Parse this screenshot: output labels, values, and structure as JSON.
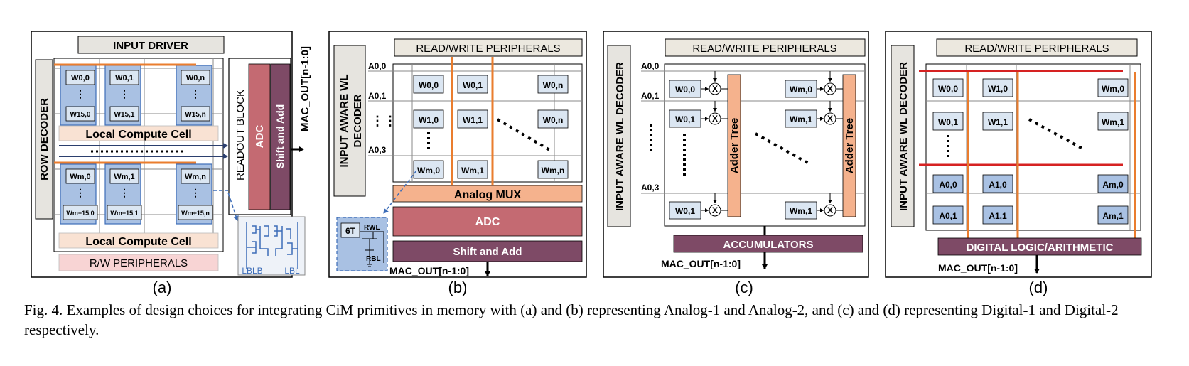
{
  "caption": "Fig. 4.  Examples of design choices for integrating CiM primitives in memory with (a) and (b) representing Analog-1 and Analog-2, and (c) and (d) representing Digital-1 and Digital-2 respectively.",
  "panel_a": {
    "label": "(a)",
    "input_driver": "INPUT DRIVER",
    "row_decoder": "ROW DECODER",
    "local_compute_cell": "Local Compute Cell",
    "rw_peripherals": "R/W PERIPHERALS",
    "readout_block": "READOUT BLOCK",
    "adc": "ADC",
    "shift_add": "Shift and Add",
    "mac_out": "MAC_OUT[n-1:0]",
    "dots": "⋮",
    "top_cells": [
      {
        "top": "W0,0",
        "bottom": "W15,0"
      },
      {
        "top": "W0,1",
        "bottom": "W15,1"
      },
      {
        "top": "W0,n",
        "bottom": "W15,n"
      }
    ],
    "bottom_cells": [
      {
        "top": "Wm,0",
        "bottom": "Wm+15,0"
      },
      {
        "top": "Wm,1",
        "bottom": "Wm+15,1"
      },
      {
        "top": "Wm,n",
        "bottom": "Wm+15,n"
      }
    ],
    "inset": {
      "lblb": "LBLB",
      "lbl": "LBL"
    }
  },
  "panel_b": {
    "label": "(b)",
    "rw_peripherals": "READ/WRITE PERIPHERALS",
    "decoder": [
      "INPUT AWARE WL",
      "DECODER"
    ],
    "rows": [
      "A0,0",
      "A0,1",
      "A0,3"
    ],
    "row_dots": "⋮⋮",
    "cells": [
      [
        "W0,0",
        "W0,1",
        "W0,n"
      ],
      [
        "W1,0",
        "W1,1",
        "W0,n"
      ],
      [
        "Wm,0",
        "Wm,1",
        "Wm,n"
      ]
    ],
    "analog_mux": "Analog MUX",
    "adc": "ADC",
    "shift_add": "Shift and Add",
    "mac_out": "MAC_OUT[n-1:0]",
    "inset": {
      "cell": "6T",
      "rwl": "RWL",
      "rbl": "RBL"
    }
  },
  "panel_c": {
    "label": "(c)",
    "rw_peripherals": "READ/WRITE PERIPHERALS",
    "decoder": "INPUT AWARE WL DECODER",
    "rows": [
      "A0,0",
      "A0,1",
      "A0,3"
    ],
    "left_cells": [
      "W0,0",
      "W0,1",
      "W0,1"
    ],
    "right_cells": [
      "Wm,0",
      "Wm,1",
      "Wm,1"
    ],
    "adder_tree": "Adder Tree",
    "accumulators": "ACCUMULATORS",
    "mac_out": "MAC_OUT[n-1:0]"
  },
  "panel_d": {
    "label": "(d)",
    "rw_peripherals": "READ/WRITE PERIPHERALS",
    "decoder": "INPUT AWARE WL DECODER",
    "cells": [
      [
        "W0,0",
        "W1,0",
        "Wm,0"
      ],
      [
        "W0,1",
        "W1,1",
        "Wm,1"
      ],
      [
        "A0,0",
        "A1,0",
        "Am,0"
      ],
      [
        "A0,1",
        "A1,1",
        "Am,1"
      ]
    ],
    "digital_logic": "DIGITAL LOGIC/ARITHMETIC",
    "mac_out": "MAC_OUT[n-1:0]"
  },
  "colors": {
    "cell_blue": "#a9c1e3",
    "cell_light": "#dbe6f2",
    "orange": "#ea7d2e",
    "red": "#d62222",
    "adc": "#c46a72",
    "shift": "#7e4a66",
    "peach": "#f5b28d",
    "beige": "#ece8df",
    "lcc": "#f9e2d3",
    "pink": "#f8d4d4",
    "gray_box": "#e6e4df",
    "accent_blue": "#3d6db8"
  }
}
